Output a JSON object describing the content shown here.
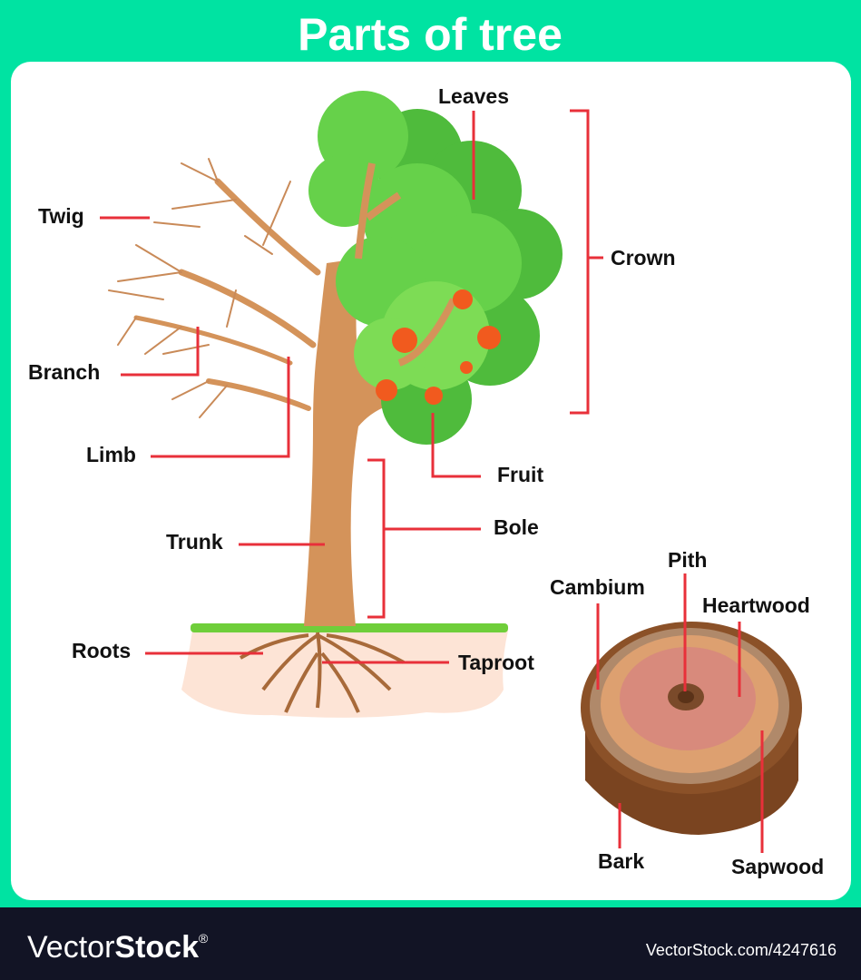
{
  "title": "Parts of tree",
  "labels": {
    "leaves": "Leaves",
    "twig": "Twig",
    "crown": "Crown",
    "branch": "Branch",
    "limb": "Limb",
    "fruit": "Fruit",
    "bole": "Bole",
    "trunk": "Trunk",
    "roots": "Roots",
    "taproot": "Taproot",
    "pith": "Pith",
    "cambium": "Cambium",
    "heartwood": "Heartwood",
    "sapwood": "Sapwood",
    "bark": "Bark"
  },
  "footer": {
    "logo_light": "Vector",
    "logo_bold": "Stock",
    "logo_mark": "®",
    "image_id": "VectorStock.com/4247616"
  },
  "colors": {
    "background": "#00e3a2",
    "leader_line": "#e8303a",
    "footer": "#121425",
    "leaf": "#66d14a",
    "trunk": "#d4935a"
  }
}
